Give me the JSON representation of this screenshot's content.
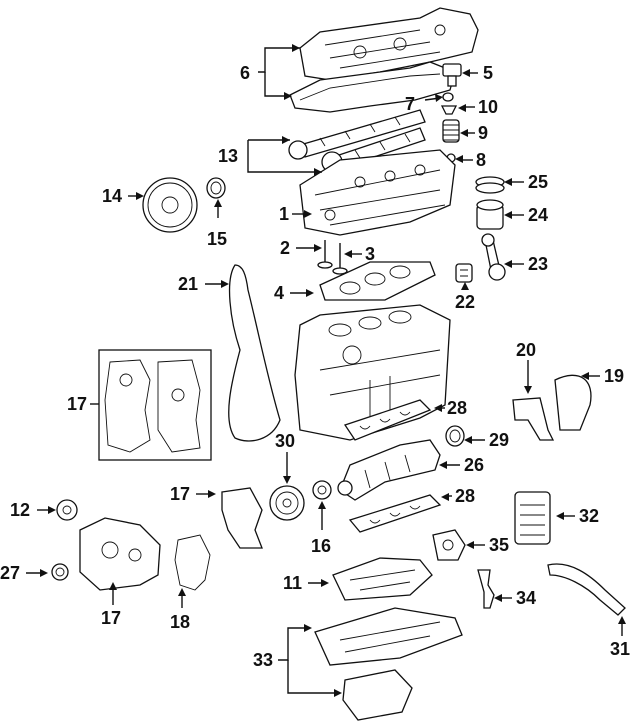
{
  "callouts": [
    {
      "id": "1",
      "label": "1"
    },
    {
      "id": "2",
      "label": "2"
    },
    {
      "id": "3",
      "label": "3"
    },
    {
      "id": "4",
      "label": "4"
    },
    {
      "id": "5",
      "label": "5"
    },
    {
      "id": "6",
      "label": "6"
    },
    {
      "id": "7",
      "label": "7"
    },
    {
      "id": "8",
      "label": "8"
    },
    {
      "id": "9",
      "label": "9"
    },
    {
      "id": "10",
      "label": "10"
    },
    {
      "id": "11",
      "label": "11"
    },
    {
      "id": "12",
      "label": "12"
    },
    {
      "id": "13",
      "label": "13"
    },
    {
      "id": "14",
      "label": "14"
    },
    {
      "id": "15",
      "label": "15"
    },
    {
      "id": "16",
      "label": "16"
    },
    {
      "id": "17a",
      "label": "17"
    },
    {
      "id": "17b",
      "label": "17"
    },
    {
      "id": "17c",
      "label": "17"
    },
    {
      "id": "18",
      "label": "18"
    },
    {
      "id": "19",
      "label": "19"
    },
    {
      "id": "20",
      "label": "20"
    },
    {
      "id": "21",
      "label": "21"
    },
    {
      "id": "22",
      "label": "22"
    },
    {
      "id": "23",
      "label": "23"
    },
    {
      "id": "24",
      "label": "24"
    },
    {
      "id": "25",
      "label": "25"
    },
    {
      "id": "26",
      "label": "26"
    },
    {
      "id": "27",
      "label": "27"
    },
    {
      "id": "28a",
      "label": "28"
    },
    {
      "id": "28b",
      "label": "28"
    },
    {
      "id": "29",
      "label": "29"
    },
    {
      "id": "30",
      "label": "30"
    },
    {
      "id": "31",
      "label": "31"
    },
    {
      "id": "32",
      "label": "32"
    },
    {
      "id": "33",
      "label": "33"
    },
    {
      "id": "34",
      "label": "34"
    },
    {
      "id": "35",
      "label": "35"
    }
  ]
}
